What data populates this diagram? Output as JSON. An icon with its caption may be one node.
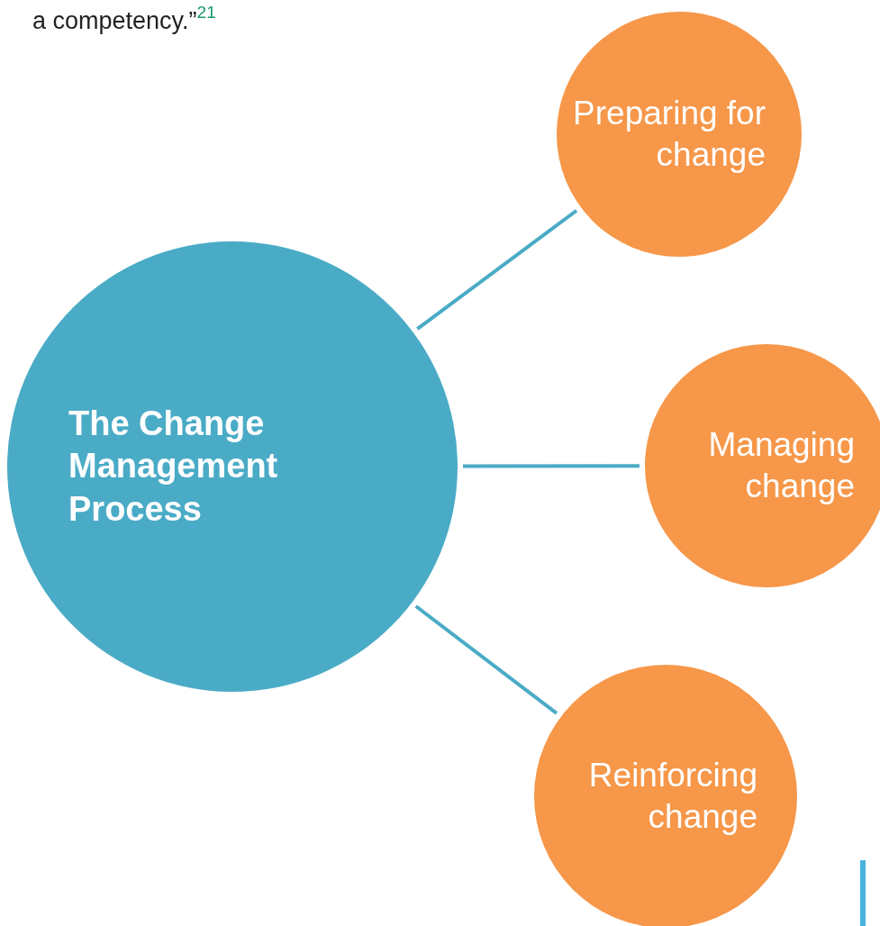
{
  "diagram": {
    "nodes": [
      {
        "text": [
          "The Change Management Process"
        ]
      },
      {
        "text": [
          "Preparing for change"
        ]
      },
      {
        "text": [
          "Managing change"
        ]
      },
      {
        "text": [
          "Reinforcing change"
        ]
      }
    ],
    "edges": [
      {
        "from": 0,
        "to": 1,
        "arrow": "none"
      },
      {
        "from": 0,
        "to": 2,
        "arrow": "none"
      },
      {
        "from": 0,
        "to": 3,
        "arrow": "none"
      }
    ],
    "labels": [
      "a competency.”$^{21}$"
    ]
  }
}
